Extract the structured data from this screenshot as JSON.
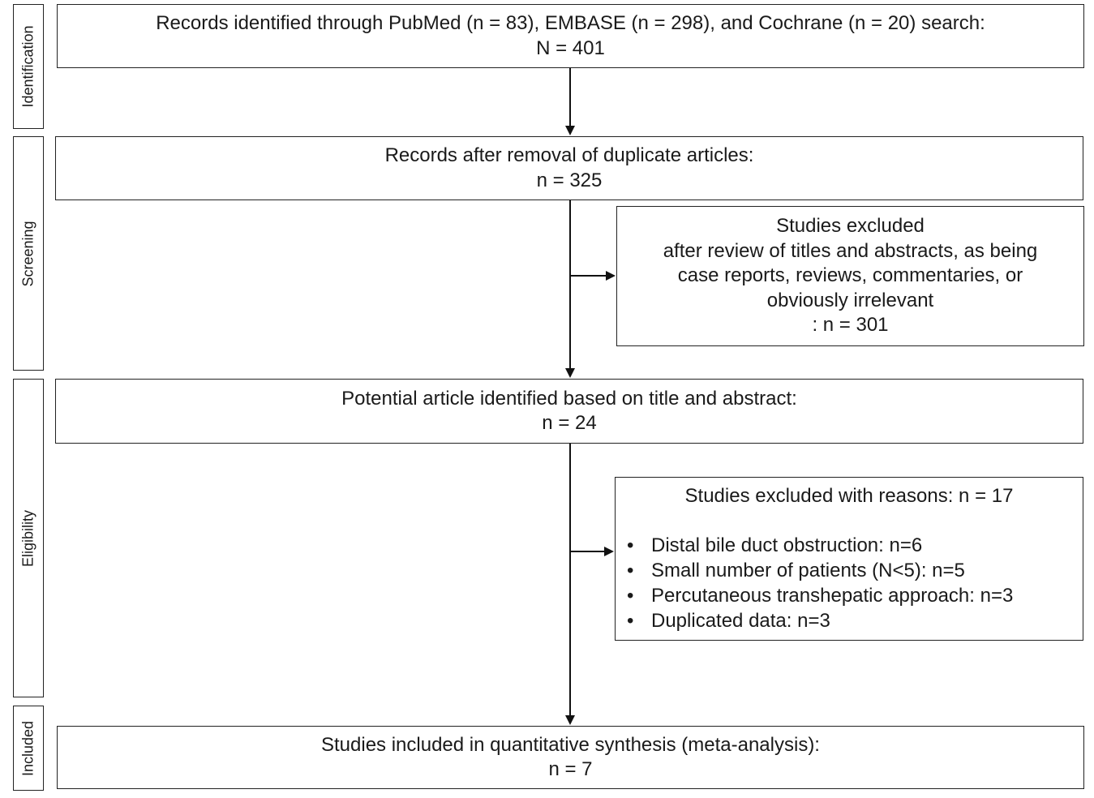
{
  "stages": {
    "identification": "Identification",
    "screening": "Screening",
    "eligibility": "Eligibility",
    "included": "Included"
  },
  "boxes": {
    "identified": {
      "line1": "Records identified through PubMed (n = 83), EMBASE (n = 298), and Cochrane (n = 20) search:",
      "line2": "N = 401"
    },
    "after_duplicates": {
      "line1": "Records after removal of duplicate articles:",
      "line2": "n = 325"
    },
    "excluded_screening": {
      "line1": "Studies excluded",
      "line2": "after review of titles and abstracts, as being",
      "line3": "case reports, reviews, commentaries, or",
      "line4": "obviously irrelevant",
      "line5": ": n = 301"
    },
    "potential": {
      "line1": "Potential article identified based on title and abstract:",
      "line2": "n = 24"
    },
    "excluded_reasons": {
      "title": "Studies excluded with reasons: n = 17",
      "bullet": "•",
      "items": [
        "Distal bile duct obstruction: n=6",
        "Small number of patients (N<5): n=5",
        "Percutaneous transhepatic approach: n=3",
        "Duplicated data: n=3"
      ]
    },
    "included": {
      "line1": "Studies included in quantitative synthesis (meta-analysis):",
      "line2": "n = 7"
    }
  }
}
